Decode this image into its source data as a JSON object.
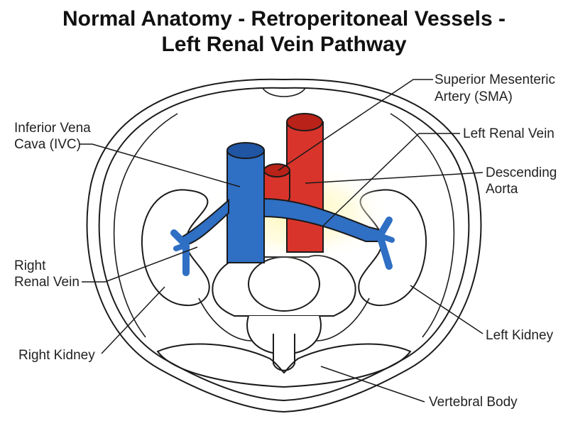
{
  "title": {
    "line1": "Normal Anatomy - Retroperitoneal Vessels -",
    "line2": "Left Renal Vein Pathway"
  },
  "labels": {
    "sma": {
      "line1": "Superior Mesenteric",
      "line2": "Artery (SMA)"
    },
    "ivc": {
      "line1": "Inferior Vena",
      "line2": "Cava (IVC)"
    },
    "left_renal_vein": "Left Renal Vein",
    "aorta": {
      "line1": "Descending",
      "line2": "Aorta"
    },
    "right_renal_vein": {
      "line1": "Right",
      "line2": "Renal Vein"
    },
    "right_kidney": "Right Kidney",
    "left_kidney": "Left Kidney",
    "vertebral_body": "Vertebral Body"
  },
  "colors": {
    "vein": "#2f6fc4",
    "artery": "#d9342b",
    "outline": "#1a1a1a",
    "glow": "#fff3a0"
  }
}
